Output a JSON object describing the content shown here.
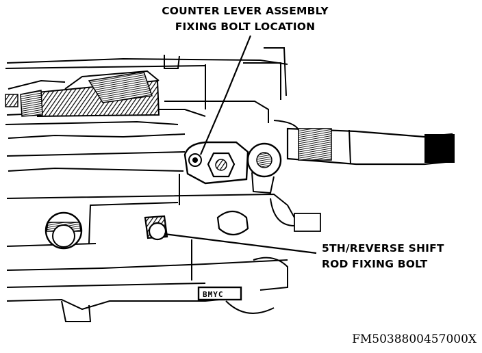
{
  "callouts": {
    "top": {
      "line1": "COUNTER LEVER ASSEMBLY",
      "line2": "FIXING BOLT LOCATION"
    },
    "right": {
      "line1": "5TH/REVERSE SHIFT",
      "line2": "ROD FIXING BOLT"
    }
  },
  "part_stamp": "BMYC",
  "figure_id": "FM5038800457000X",
  "colors": {
    "ink": "#000000",
    "paper": "#ffffff"
  }
}
